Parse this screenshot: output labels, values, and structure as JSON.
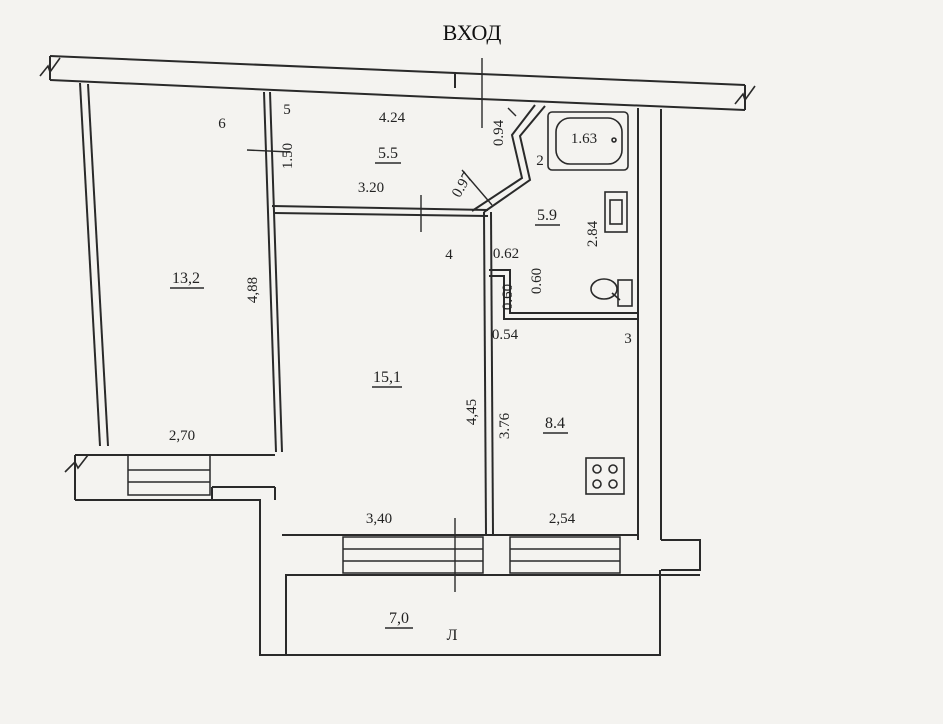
{
  "title": "ВХОД",
  "rooms": {
    "r6": {
      "number": "6",
      "area": "13,2",
      "width": "2,70",
      "length": "4,88"
    },
    "r5": {
      "number": "5",
      "area": "5.5",
      "width": "4.24",
      "length": "1.50",
      "inner": "3.20"
    },
    "r4": {
      "number": "4",
      "area": "15,1",
      "width": "3,40",
      "length": "4,45"
    },
    "r2": {
      "number": "2",
      "area": "5.9",
      "length": "2.84",
      "door_a": "0.94",
      "door_b": "0.97",
      "tub": "1.63"
    },
    "wc": {
      "w1": "0.62",
      "w2": "0.60",
      "h1": "0.60",
      "h2": "0.54"
    },
    "r3": {
      "number": "3",
      "area": "8.4",
      "width": "2,54",
      "length": "3.76"
    },
    "balcony": {
      "area": "7,0",
      "letter": "Л"
    }
  },
  "colors": {
    "line": "#2a2a2a",
    "paper": "#f4f3f0"
  }
}
